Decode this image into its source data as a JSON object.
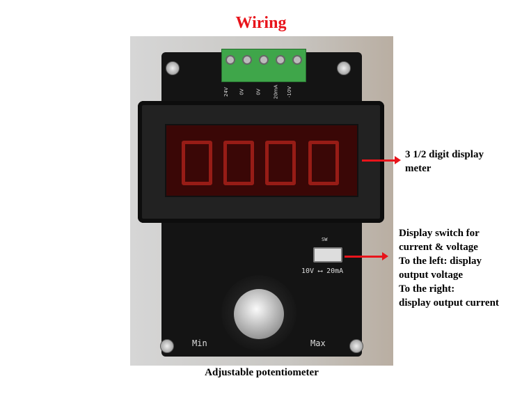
{
  "title": "Wiring",
  "terminals": [
    "24V",
    "0V",
    "0V",
    "20mA",
    "-10V"
  ],
  "pcb": {
    "switch_label": "SW",
    "switch_scale": "10V ⟷ 20mA",
    "min_label": "Min",
    "max_label": "Max"
  },
  "annotations": {
    "display": [
      "3 1/2 digit display",
      "meter"
    ],
    "switch": [
      "Display switch for",
      "current & voltage",
      "To the left: display",
      "output voltage",
      "To the right:",
      "display output current"
    ]
  },
  "caption": "Adjustable potentiometer",
  "colors": {
    "accent": "#e8141b",
    "digit": "#a8201a"
  }
}
